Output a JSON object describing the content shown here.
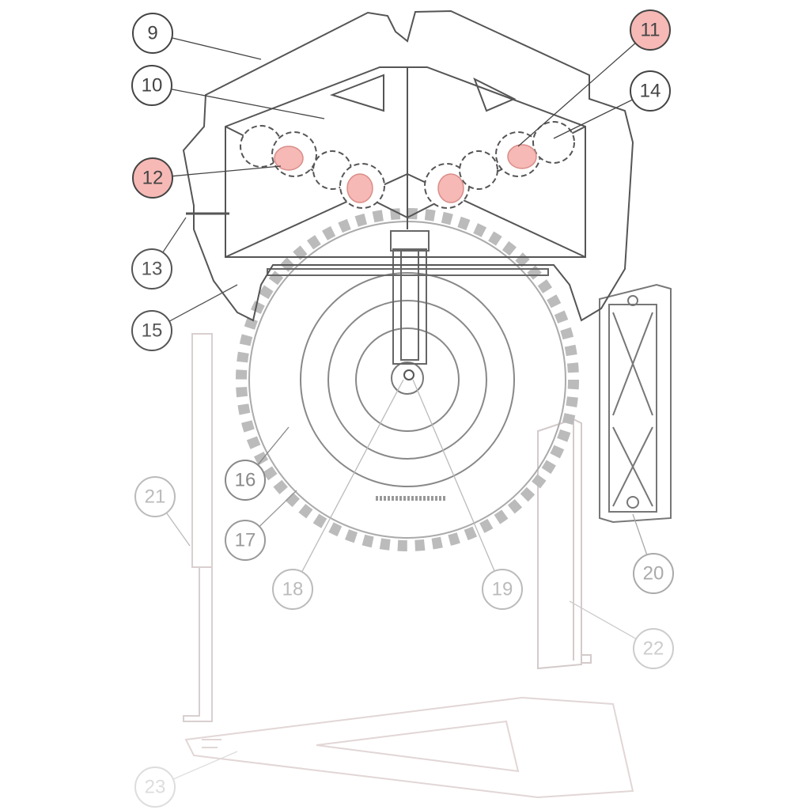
{
  "diagram": {
    "type": "exploded-parts-diagram",
    "highlight_color": "#f6b9b5",
    "callouts": [
      {
        "label": "9",
        "highlighted": false
      },
      {
        "label": "10",
        "highlighted": false
      },
      {
        "label": "11",
        "highlighted": true
      },
      {
        "label": "12",
        "highlighted": true
      },
      {
        "label": "13",
        "highlighted": false
      },
      {
        "label": "14",
        "highlighted": false
      },
      {
        "label": "15",
        "highlighted": false
      },
      {
        "label": "16",
        "highlighted": false
      },
      {
        "label": "17",
        "highlighted": false
      },
      {
        "label": "18",
        "highlighted": false
      },
      {
        "label": "19",
        "highlighted": false
      },
      {
        "label": "20",
        "highlighted": false
      },
      {
        "label": "21",
        "highlighted": false
      },
      {
        "label": "22",
        "highlighted": false
      },
      {
        "label": "23",
        "highlighted": false
      }
    ]
  }
}
